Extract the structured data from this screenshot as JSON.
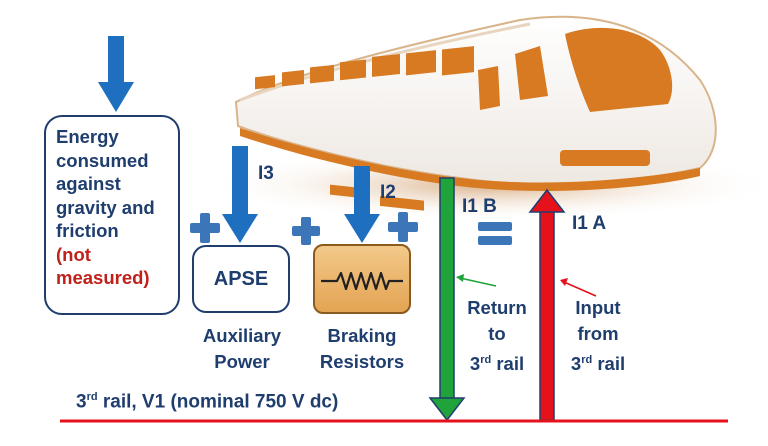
{
  "energy": {
    "line1": "Energy",
    "line2": "consumed",
    "line3": "against",
    "line4": "gravity and",
    "line5": "friction",
    "note1": "(not",
    "note2": "measured)"
  },
  "apse": {
    "box_label": "APSE",
    "line1": "Auxiliary",
    "line2": "Power"
  },
  "braking": {
    "line1": "Braking",
    "line2": "Resistors"
  },
  "currents": {
    "i3": "I3",
    "i2": "I2",
    "i1b": "I1 B",
    "i1a": "I1 A"
  },
  "return_path": {
    "line1": "Return",
    "line2": "to",
    "line3_num": "3",
    "line3_sup": "rd",
    "line3_rest": " rail"
  },
  "input_path": {
    "line1": "Input",
    "line2": "from",
    "line3_num": "3",
    "line3_sup": "rd",
    "line3_rest": " rail"
  },
  "rail": {
    "prefix": "3",
    "sup": "rd",
    "rest": " rail, V1 (nominal 750 V dc)"
  },
  "colors": {
    "navy": "#1f3e6e",
    "blue_arrow": "#1f6fc1",
    "green": "#1fa33a",
    "red": "#e5121b",
    "note_red": "#c0211a",
    "train_orange": "#d77a21"
  }
}
